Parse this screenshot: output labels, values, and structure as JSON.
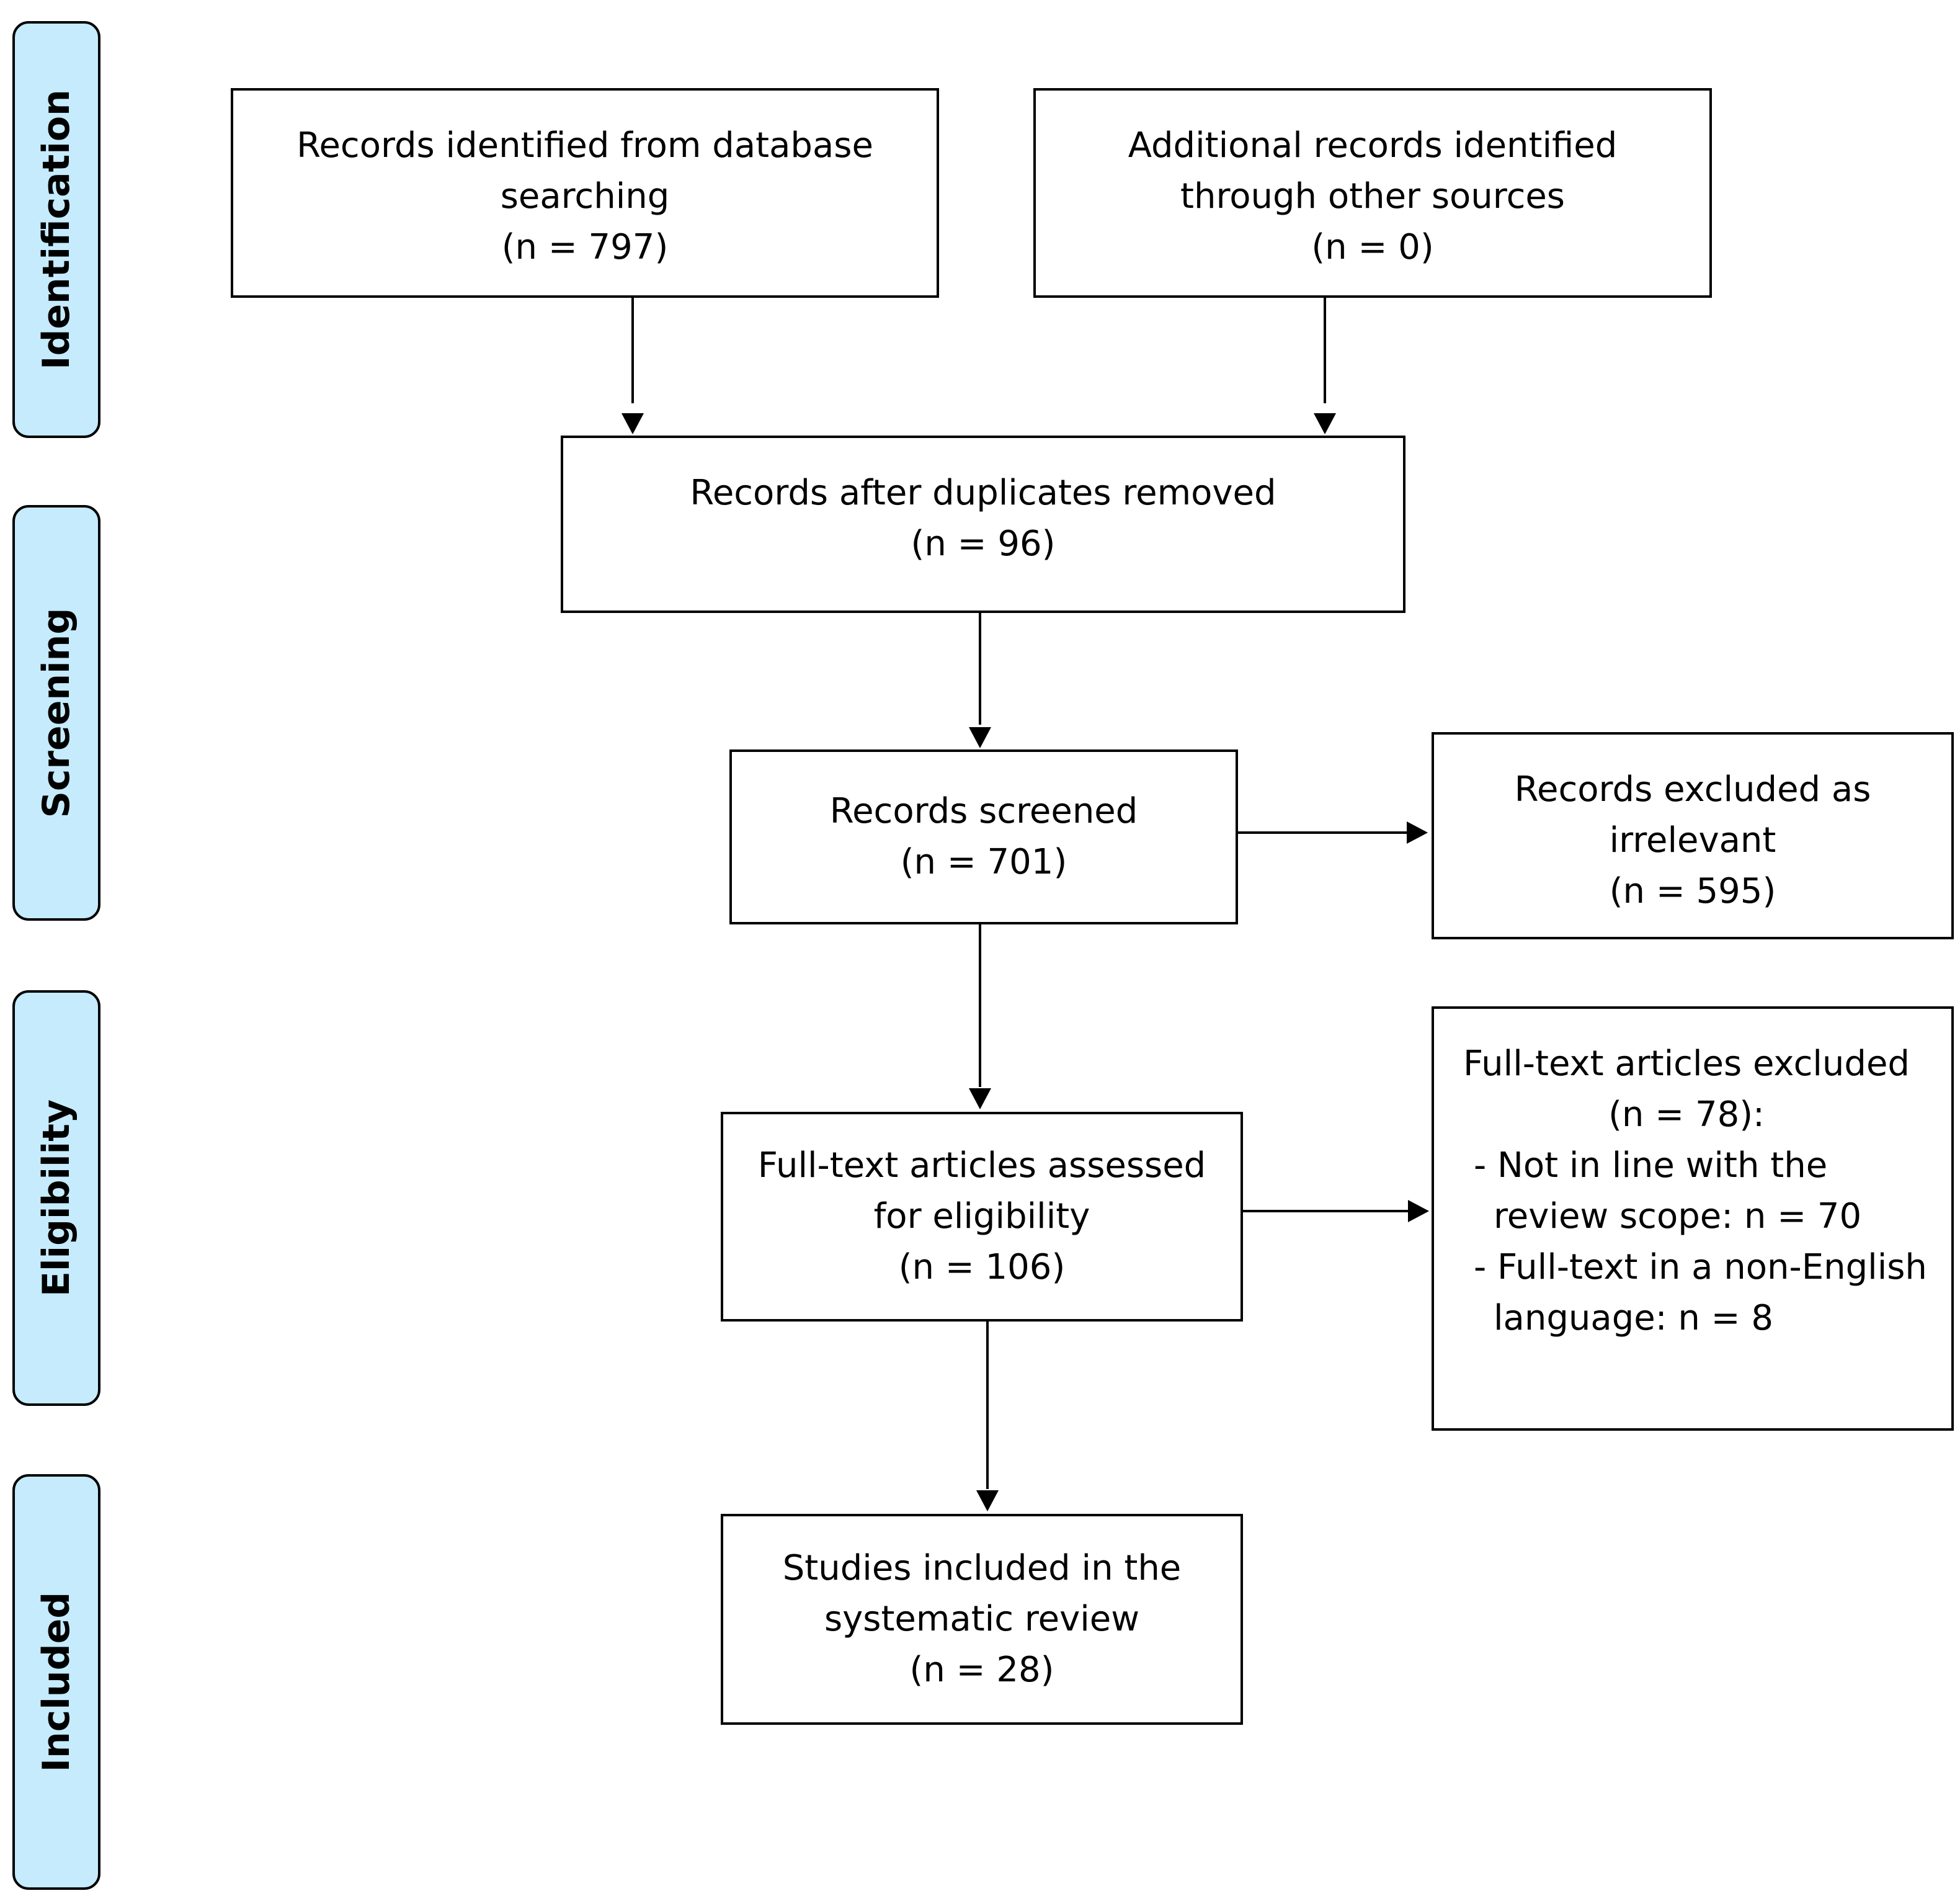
{
  "stages": [
    "Identification",
    "Screening",
    "Eligibility",
    "Included"
  ],
  "boxes": {
    "database": {
      "lines": [
        "Records identified from database",
        "searching"
      ],
      "count": "(n = 797)"
    },
    "other": {
      "lines": [
        "Additional records identified",
        "through other sources"
      ],
      "count": "(n = 0)"
    },
    "deduplicated": {
      "lines": [
        "Records after duplicates removed"
      ],
      "count": "(n = 96)"
    },
    "screened": {
      "lines": [
        "Records screened"
      ],
      "count": "(n = 701)"
    },
    "excluded": {
      "lines": [
        "Records excluded as",
        "irrelevant"
      ],
      "count": "(n = 595)"
    },
    "assessed": {
      "lines": [
        "Full-text articles assessed",
        "for eligibility"
      ],
      "count": "(n = 106)"
    },
    "fulltext_excluded": {
      "heading": "Full-text articles excluded",
      "count": "(n = 78):",
      "reasons": [
        {
          "line1": "- Not in line with the",
          "line2": "review scope: n = 70"
        },
        {
          "line1": "- Full-text in a non-English",
          "line2": "language: n = 8"
        }
      ]
    },
    "included": {
      "lines": [
        "Studies included in the",
        "systematic review"
      ],
      "count": "(n = 28)"
    }
  },
  "colors": {
    "stage_fill": "#c5ebfd",
    "stroke": "#000000"
  }
}
